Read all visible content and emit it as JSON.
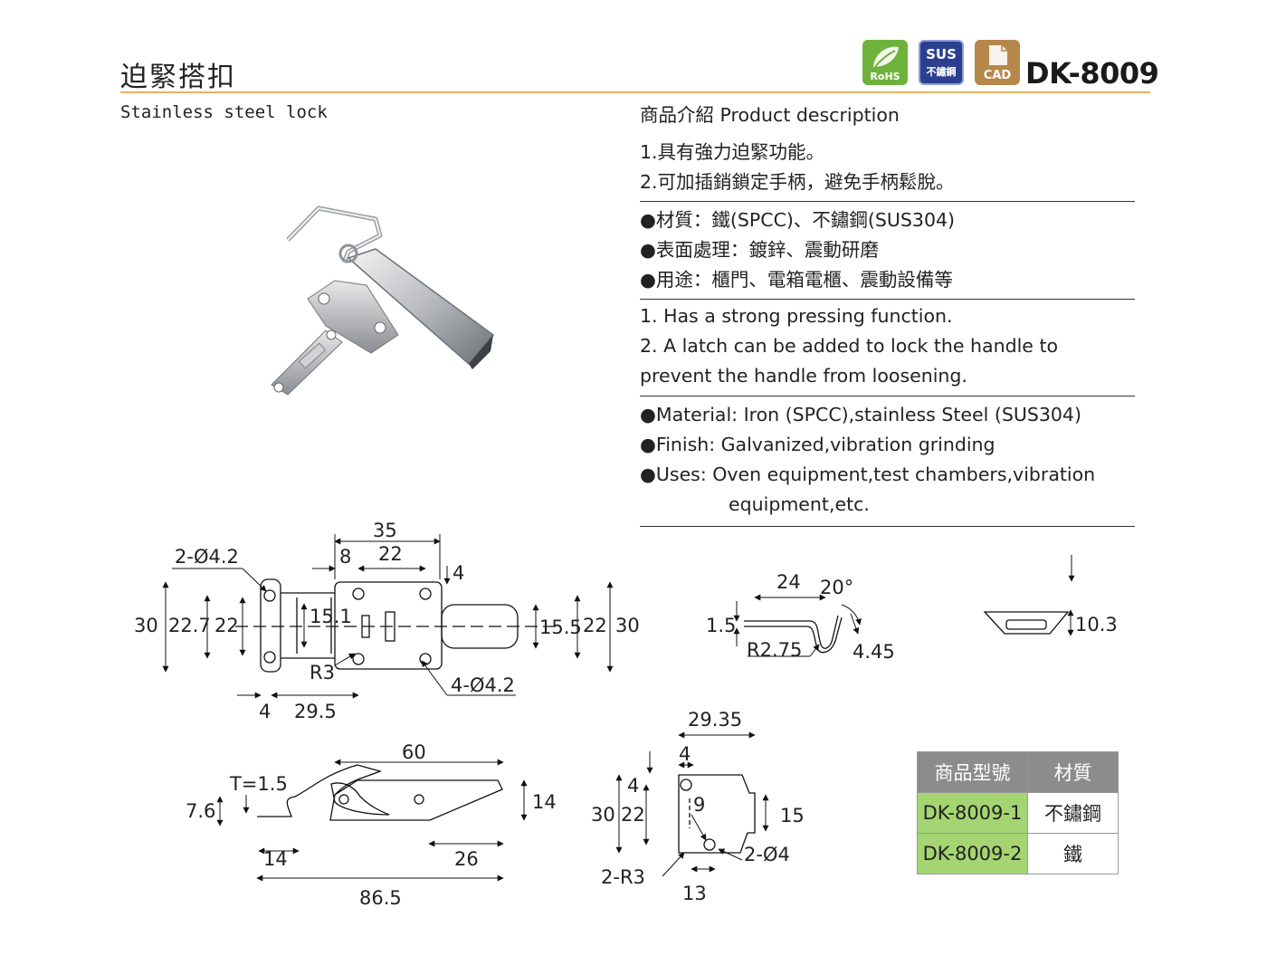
{
  "header": {
    "title_zh": "迫緊搭扣",
    "subtitle_en": "Stainless steel lock",
    "model": "DK-8009",
    "badges": [
      {
        "name": "rohs-badge",
        "label": "RoHS",
        "color": "#6fb23b"
      },
      {
        "name": "sus-badge",
        "label_top": "SUS",
        "label_bottom": "不鏽鋼",
        "color": "#2c3f8f"
      },
      {
        "name": "cad-badge",
        "label": "CAD",
        "color": "#b6874a"
      }
    ]
  },
  "description": {
    "heading": "商品介紹 Product description",
    "features_zh": [
      "1.具有強力迫緊功能。",
      "2.可加插銷鎖定手柄，避免手柄鬆脫。"
    ],
    "specs_zh": [
      "●材質：鐵(SPCC)、不鏽鋼(SUS304)",
      "●表面處理：鍍鋅、震動研磨",
      "●用途：櫃門、電箱電櫃、震動設備等"
    ],
    "features_en": [
      "1. Has a strong pressing function.",
      "2. A latch can be added to lock the handle to",
      "prevent the handle from loosening."
    ],
    "specs_en": [
      "●Material: Iron (SPCC),stainless Steel (SUS304)",
      "●Finish: Galvanized,vibration grinding",
      "●Uses: Oven equipment,test chambers,vibration equipment,etc."
    ]
  },
  "dimensions": {
    "top_view": [
      "35",
      "8",
      "22",
      "4",
      "2-Ø4.2",
      "30",
      "22.7",
      "22",
      "15.1",
      "15.5",
      "22",
      "30",
      "R3",
      "4-Ø4.2",
      "4",
      "29.5"
    ],
    "side_view": [
      "T=1.5",
      "7.6",
      "60",
      "14",
      "14",
      "26",
      "86.5"
    ],
    "hook_view": [
      "24",
      "20°",
      "1.5",
      "R2.75",
      "4.45"
    ],
    "plate_view": [
      "10.3"
    ],
    "keeper_view": [
      "29.35",
      "4",
      "4",
      "30",
      "22",
      "9",
      "15",
      "2-Ø4",
      "2-R3",
      "13"
    ]
  },
  "spec_table": {
    "headers": [
      "商品型號",
      "材質"
    ],
    "rows": [
      {
        "model": "DK-8009-1",
        "material": "不鏽鋼"
      },
      {
        "model": "DK-8009-2",
        "material": "鐵"
      }
    ]
  }
}
